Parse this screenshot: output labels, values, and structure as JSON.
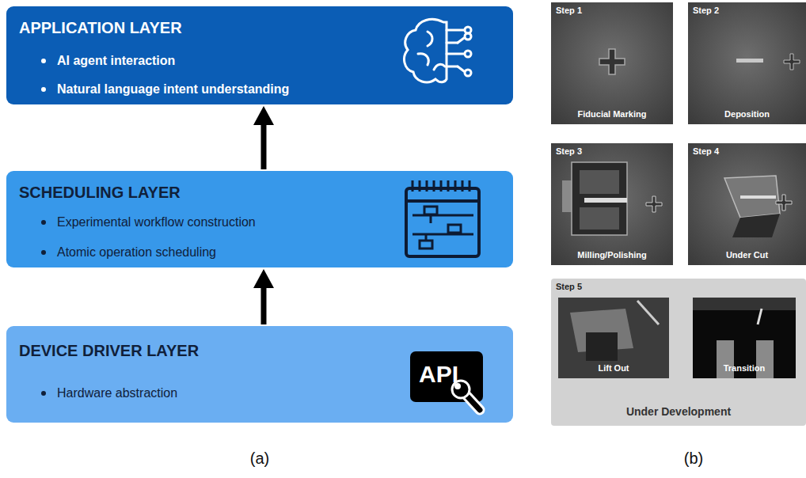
{
  "diagram": {
    "nodes": [
      {
        "text": [
          "APPLICATION LAYER",
          "AI agent interaction",
          "Natural language intent understanding"
        ]
      },
      {
        "text": [
          "SCHEDULING LAYER",
          "Experimental workflow construction",
          "Atomic operation scheduling"
        ]
      },
      {
        "text": [
          "DEVICE DRIVER LAYER",
          "Hardware abstraction"
        ]
      },
      {
        "text": [
          "Step 1",
          "Fiducial Marking"
        ]
      },
      {
        "text": [
          "Step 2",
          "Deposition"
        ]
      },
      {
        "text": [
          "Step 3",
          "Milling/Polishing"
        ]
      },
      {
        "text": [
          "Step 4",
          "Under Cut"
        ]
      },
      {
        "text": [
          "Step 5",
          "Under Development"
        ]
      },
      {
        "text": [
          "Lift Out"
        ],
        "in": 7
      },
      {
        "text": [
          "Transition"
        ],
        "in": 7
      }
    ],
    "edges": [
      {
        "from": 2,
        "to": 1,
        "arrow": "to"
      },
      {
        "from": 1,
        "to": 0,
        "arrow": "to"
      }
    ],
    "labels": [
      "API",
      "(a)",
      "(b)"
    ]
  }
}
